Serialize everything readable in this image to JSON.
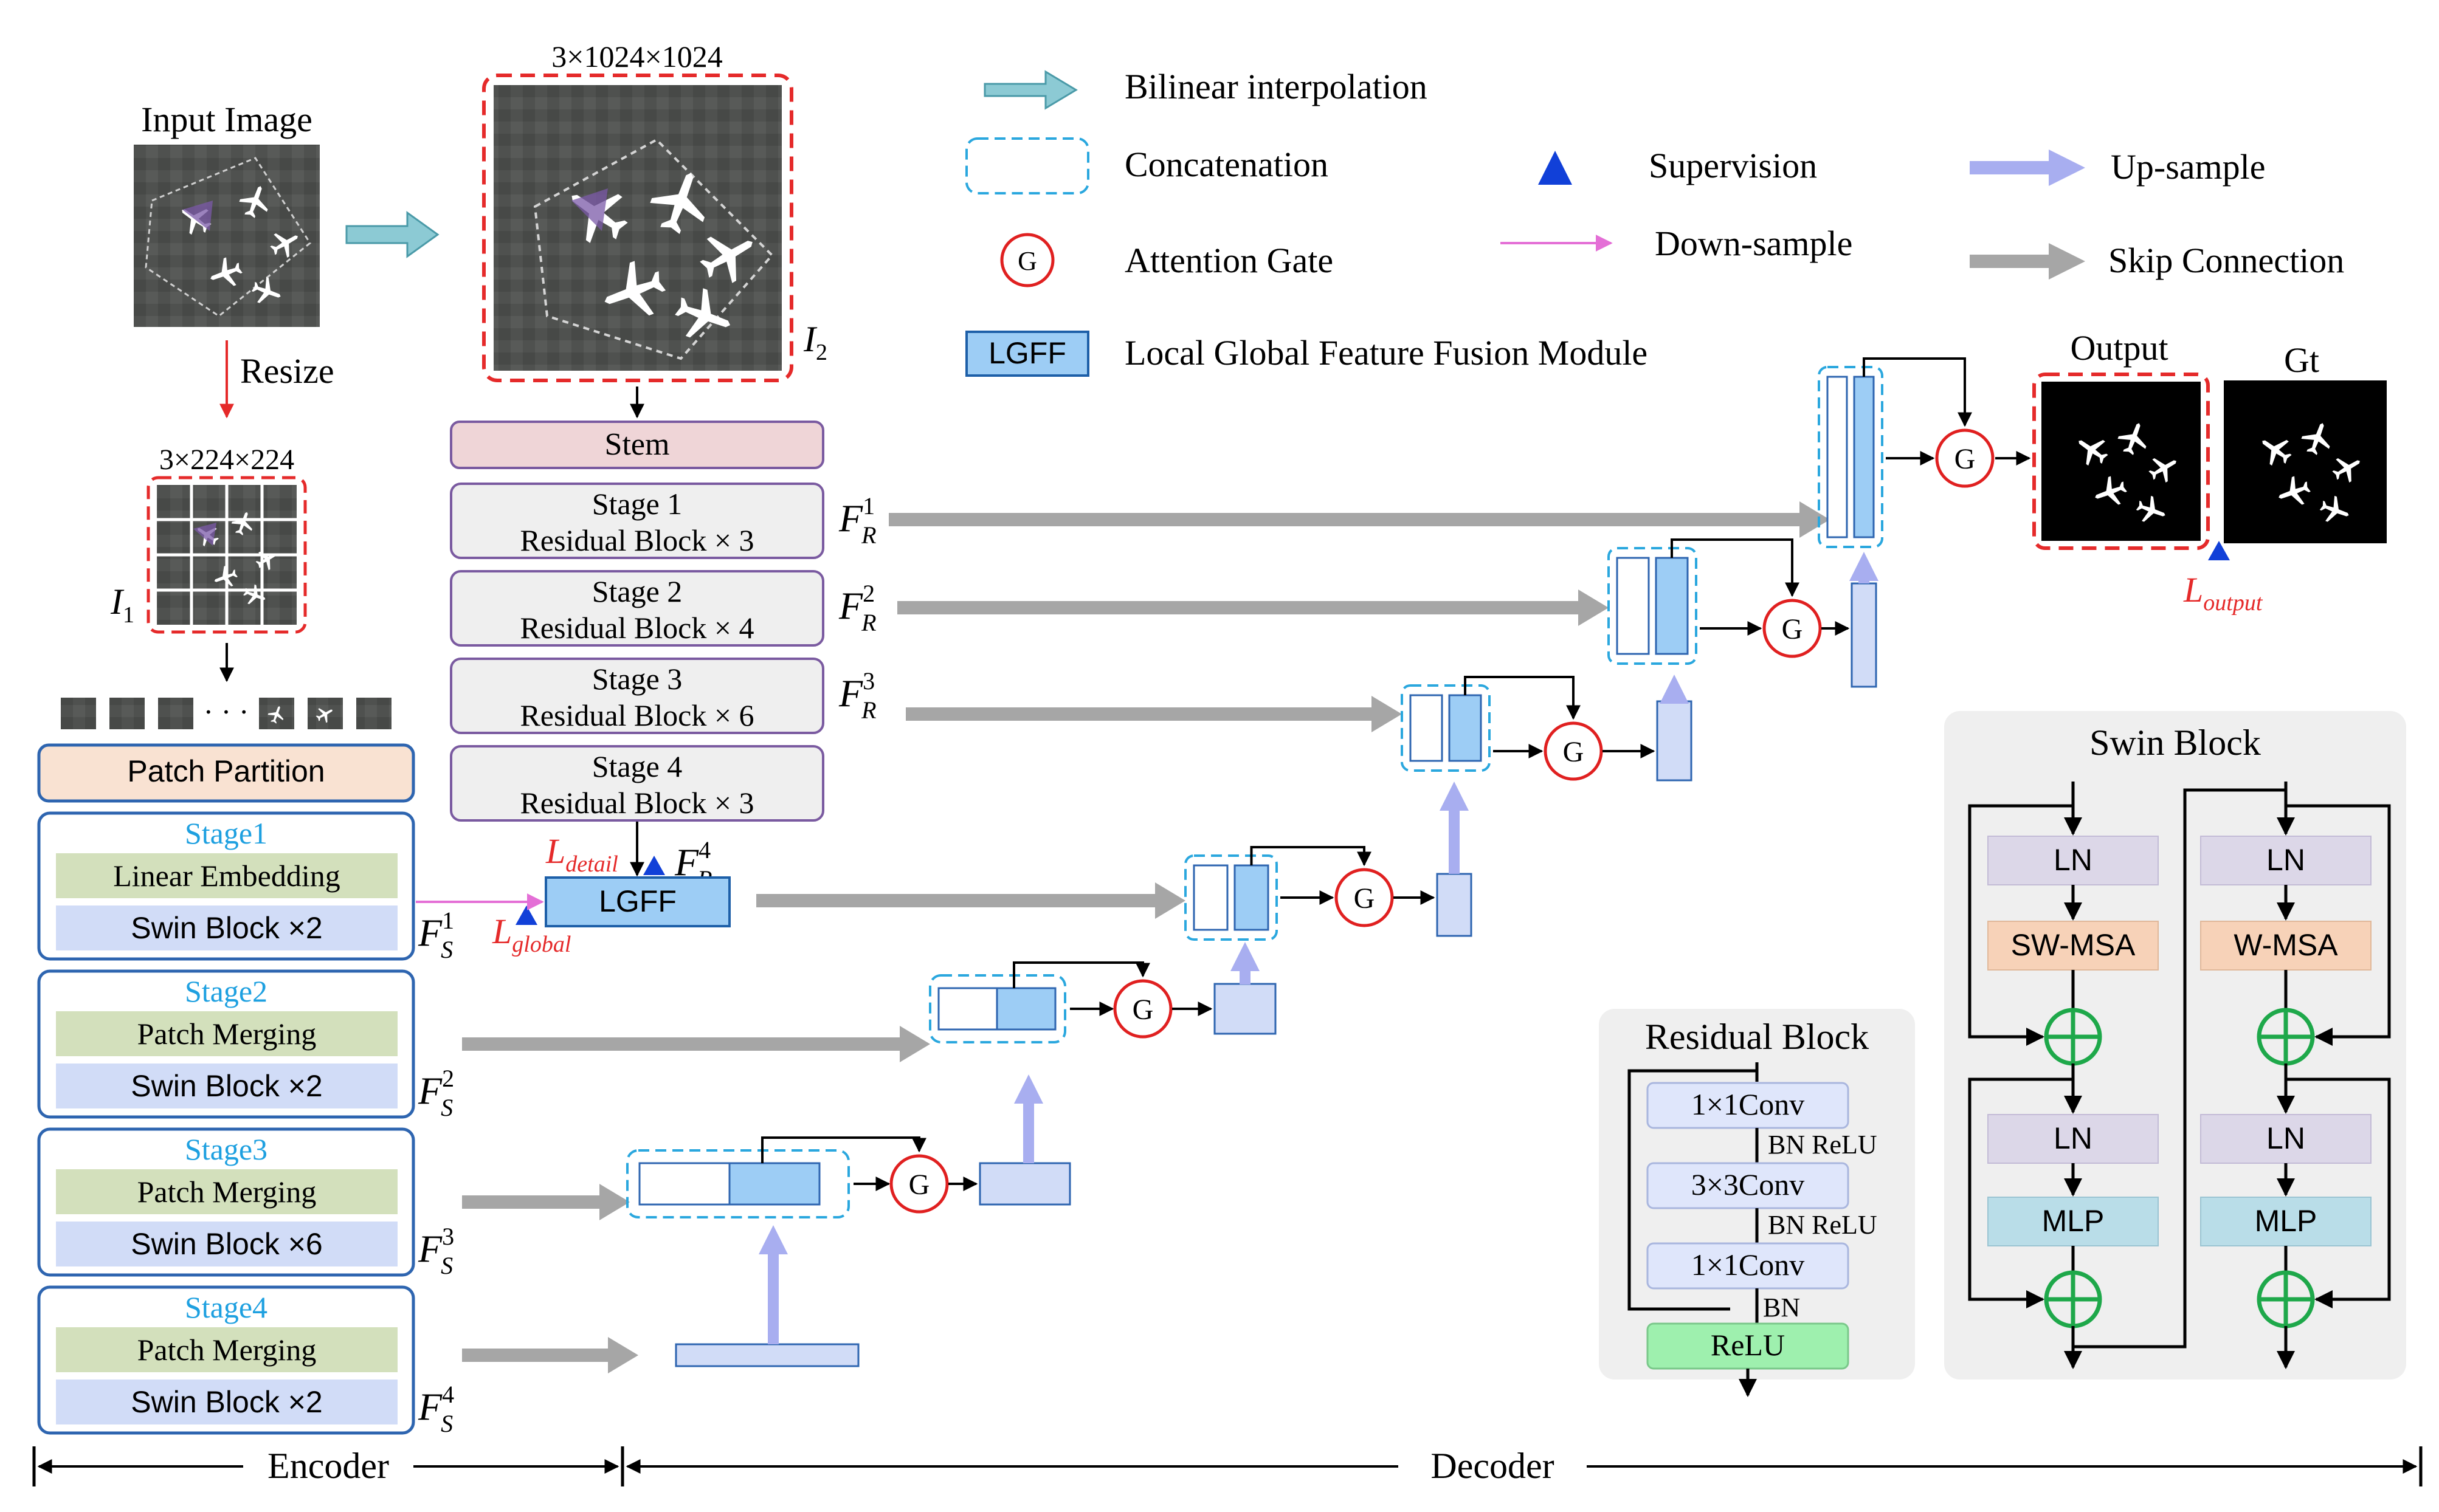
{
  "legend": {
    "bilinear": "Bilinear interpolation",
    "concat": "Concatenation",
    "gate_symbol": "G",
    "gate": "Attention Gate",
    "lgff_box": "LGFF",
    "lgff": "Local Global Feature Fusion Module",
    "supervision": "Supervision",
    "downsample": "Down-sample",
    "upsample": "Up-sample",
    "skip": "Skip Connection"
  },
  "input": {
    "title": "Input Image",
    "resize": "Resize",
    "small_dim": "3×224×224",
    "small_label": "I",
    "small_sub": "1",
    "big_dim": "3×1024×1024",
    "big_label": "I",
    "big_sub": "2",
    "dots": "· · ·"
  },
  "resnet": {
    "stem": "Stem",
    "stages": [
      {
        "name": "Stage 1",
        "blocks": "Residual Block × 3",
        "feat_sup": "1"
      },
      {
        "name": "Stage 2",
        "blocks": "Residual Block × 4",
        "feat_sup": "2"
      },
      {
        "name": "Stage 3",
        "blocks": "Residual Block × 6",
        "feat_sup": "3"
      },
      {
        "name": "Stage 4",
        "blocks": "Residual Block × 3",
        "feat_sup": "4"
      }
    ],
    "feat_letter": "F",
    "feat_sub": "R"
  },
  "swin": {
    "patch_partition": "Patch Partition",
    "stages": [
      {
        "name": "Stage1",
        "op": "Linear Embedding",
        "block": "Swin Block ×2",
        "feat_sup": "1"
      },
      {
        "name": "Stage2",
        "op": "Patch Merging",
        "block": "Swin Block ×2",
        "feat_sup": "2"
      },
      {
        "name": "Stage3",
        "op": "Patch Merging",
        "block": "Swin Block ×6",
        "feat_sup": "3"
      },
      {
        "name": "Stage4",
        "op": "Patch Merging",
        "block": "Swin Block ×2",
        "feat_sup": "4"
      }
    ],
    "feat_letter": "F",
    "feat_sub": "S"
  },
  "losses": {
    "letter": "L",
    "detail": "detail",
    "global": "global",
    "output": "output"
  },
  "lgff_label": "LGFF",
  "output": {
    "title": "Output",
    "gt": "Gt"
  },
  "residual_block": {
    "title": "Residual Block",
    "conv1": "1×1Conv",
    "act1": "BN ReLU",
    "conv2": "3×3Conv",
    "act2": "BN ReLU",
    "conv3": "1×1Conv",
    "act3": "BN",
    "relu": "ReLU"
  },
  "swin_block": {
    "title": "Swin Block",
    "ln": "LN",
    "swmsa": "SW-MSA",
    "wmsa": "W-MSA",
    "mlp": "MLP"
  },
  "bottom": {
    "encoder": "Encoder",
    "decoder": "Decoder"
  },
  "colors": {
    "red_dash": "#e52a2a",
    "cyan_dash": "#2aa7de",
    "skip_gray": "#a6a6a6",
    "upsample_purple": "#a8aef0",
    "lgff_blue": "#9dcdf5",
    "stage_purple": "#7a5aa0",
    "swin_blue": "#2e65b0",
    "stage_cyan": "#1ea0e0",
    "patch_green": "#d3e0bc",
    "swin_lavender": "#d1dcf7",
    "partition_peach": "#f9e2d2",
    "stem_pink": "#efd5d7",
    "msa_peach": "#f7d2b8",
    "ln_lilac": "#dcd7e8",
    "mlp_teal": "#b9dde8",
    "relu_green": "#9ef0ae",
    "plus_green": "#1ea84a",
    "gate_red": "#e02020",
    "supervision_blue": "#1140d8"
  }
}
